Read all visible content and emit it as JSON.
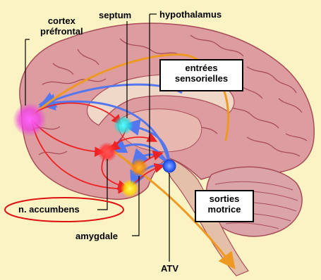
{
  "labels": {
    "cortex_line1": "cortex",
    "cortex_line2": "préfrontal",
    "septum": "septum",
    "hypothalamus": "hypothalamus",
    "amygdale": "amygdale",
    "n_accumbens": "n. accumbens",
    "atv": "ATV"
  },
  "boxes": {
    "entrees_line1": "entrées",
    "entrees_line2": "sensorielles",
    "sorties_line1": "sorties",
    "sorties_line2": "motrice"
  },
  "colors": {
    "background": "#fcf3c4",
    "cortex_pink": "#d9949a",
    "fold_lines": "#a84d58",
    "prefrontal_node": "#ee44dd",
    "septum_node": "#22dddd",
    "accumbens_node": "#ff3333",
    "amygdala_node": "#ffdd00",
    "atv_node": "#3366ff",
    "blue_paths": "#5577ee",
    "red_paths": "#ee2222",
    "orange_paths": "#ee9922",
    "highlight_ellipse": "#dd1111"
  }
}
